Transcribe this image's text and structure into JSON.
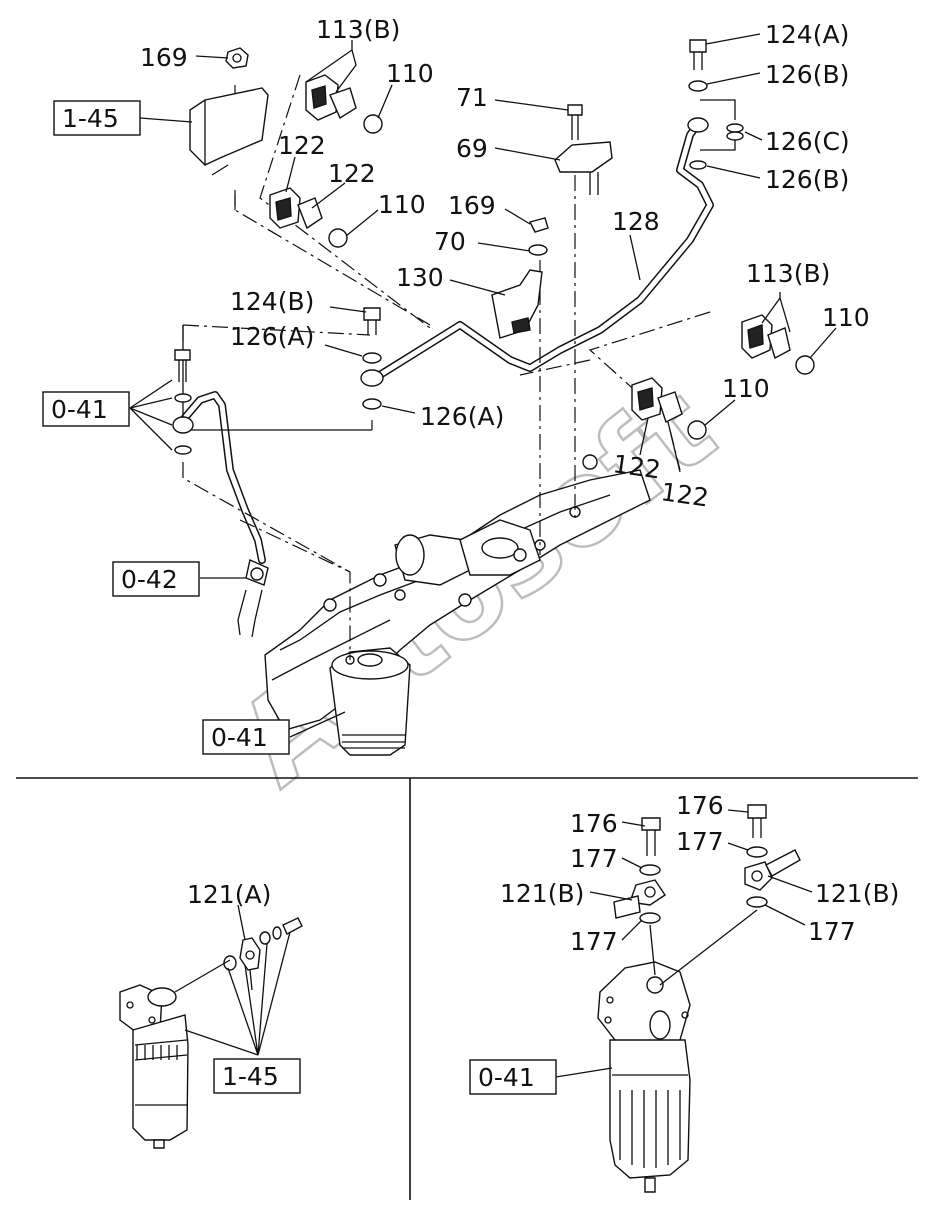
{
  "diagram": {
    "watermark": "Avtosoft",
    "top_labels": {
      "l169a": "169",
      "l113b_top": "113(B)",
      "l110a": "110",
      "l145_top": "1-45",
      "l122a": "122",
      "l122b": "122",
      "l110b": "110",
      "l71": "71",
      "l69": "69",
      "l124a": "124(A)",
      "l126b_1": "126(B)",
      "l126c": "126(C)",
      "l126b_2": "126(B)",
      "l128": "128",
      "l169b": "169",
      "l70": "70",
      "l130": "130",
      "l113b_right": "113(B)",
      "l110c": "110",
      "l124b": "124(B)",
      "l126a_1": "126(A)",
      "l126a_2": "126(A)",
      "l041_left": "0-41",
      "l110d": "110",
      "l122c": "122",
      "l122d": "122",
      "l042": "0-42",
      "l041_bottom": "0-41"
    },
    "bottom_left_labels": {
      "l121a": "121(A)",
      "l145_bottom": "1-45"
    },
    "bottom_right_labels": {
      "l176a": "176",
      "l176b": "176",
      "l177a": "177",
      "l177b": "177",
      "l121b_left": "121(B)",
      "l121b_right": "121(B)",
      "l177c": "177",
      "l177d": "177",
      "l041_br": "0-41"
    }
  }
}
